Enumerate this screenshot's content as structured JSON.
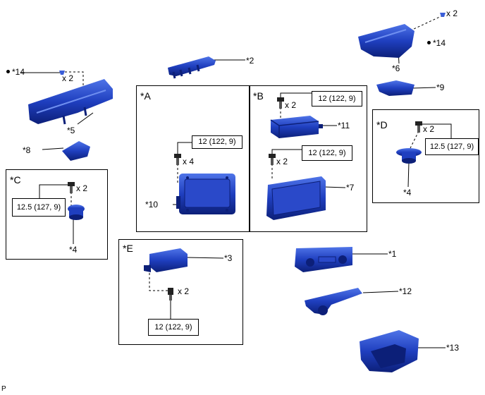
{
  "parts": [
    {
      "id": "p1",
      "label": "*1"
    },
    {
      "id": "p2",
      "label": "*2"
    },
    {
      "id": "p3",
      "label": "*3"
    },
    {
      "id": "p4c",
      "label": "*4"
    },
    {
      "id": "p4d",
      "label": "*4"
    },
    {
      "id": "p5",
      "label": "*5"
    },
    {
      "id": "p6",
      "label": "*6"
    },
    {
      "id": "p7",
      "label": "*7"
    },
    {
      "id": "p8",
      "label": "*8"
    },
    {
      "id": "p9",
      "label": "*9"
    },
    {
      "id": "p10",
      "label": "*10"
    },
    {
      "id": "p11",
      "label": "*11"
    },
    {
      "id": "p12",
      "label": "*12"
    },
    {
      "id": "p13",
      "label": "*13"
    },
    {
      "id": "p14a",
      "label": "*14"
    },
    {
      "id": "p14b",
      "label": "*14"
    }
  ],
  "views": {
    "A": "*A",
    "B": "*B",
    "C": "*C",
    "D": "*D",
    "E": "*E"
  },
  "torques": {
    "a": "12 (122, 9)",
    "b1": "12 (122, 9)",
    "b2": "12 (122, 9)",
    "c": "12.5 (127, 9)",
    "d": "12.5 (127, 9)",
    "e": "12 (122, 9)"
  },
  "quantities": {
    "clip_left": "x 2",
    "clip_right": "x 2",
    "a": "x 4",
    "b1": "x 2",
    "b2": "x 2",
    "c": "x 2",
    "d": "x 2",
    "e": "x 2"
  },
  "footer": "P",
  "colors": {
    "part_fill": "#1f3fbf",
    "part_dark": "#0c1f78",
    "part_light": "#4f74e8"
  }
}
